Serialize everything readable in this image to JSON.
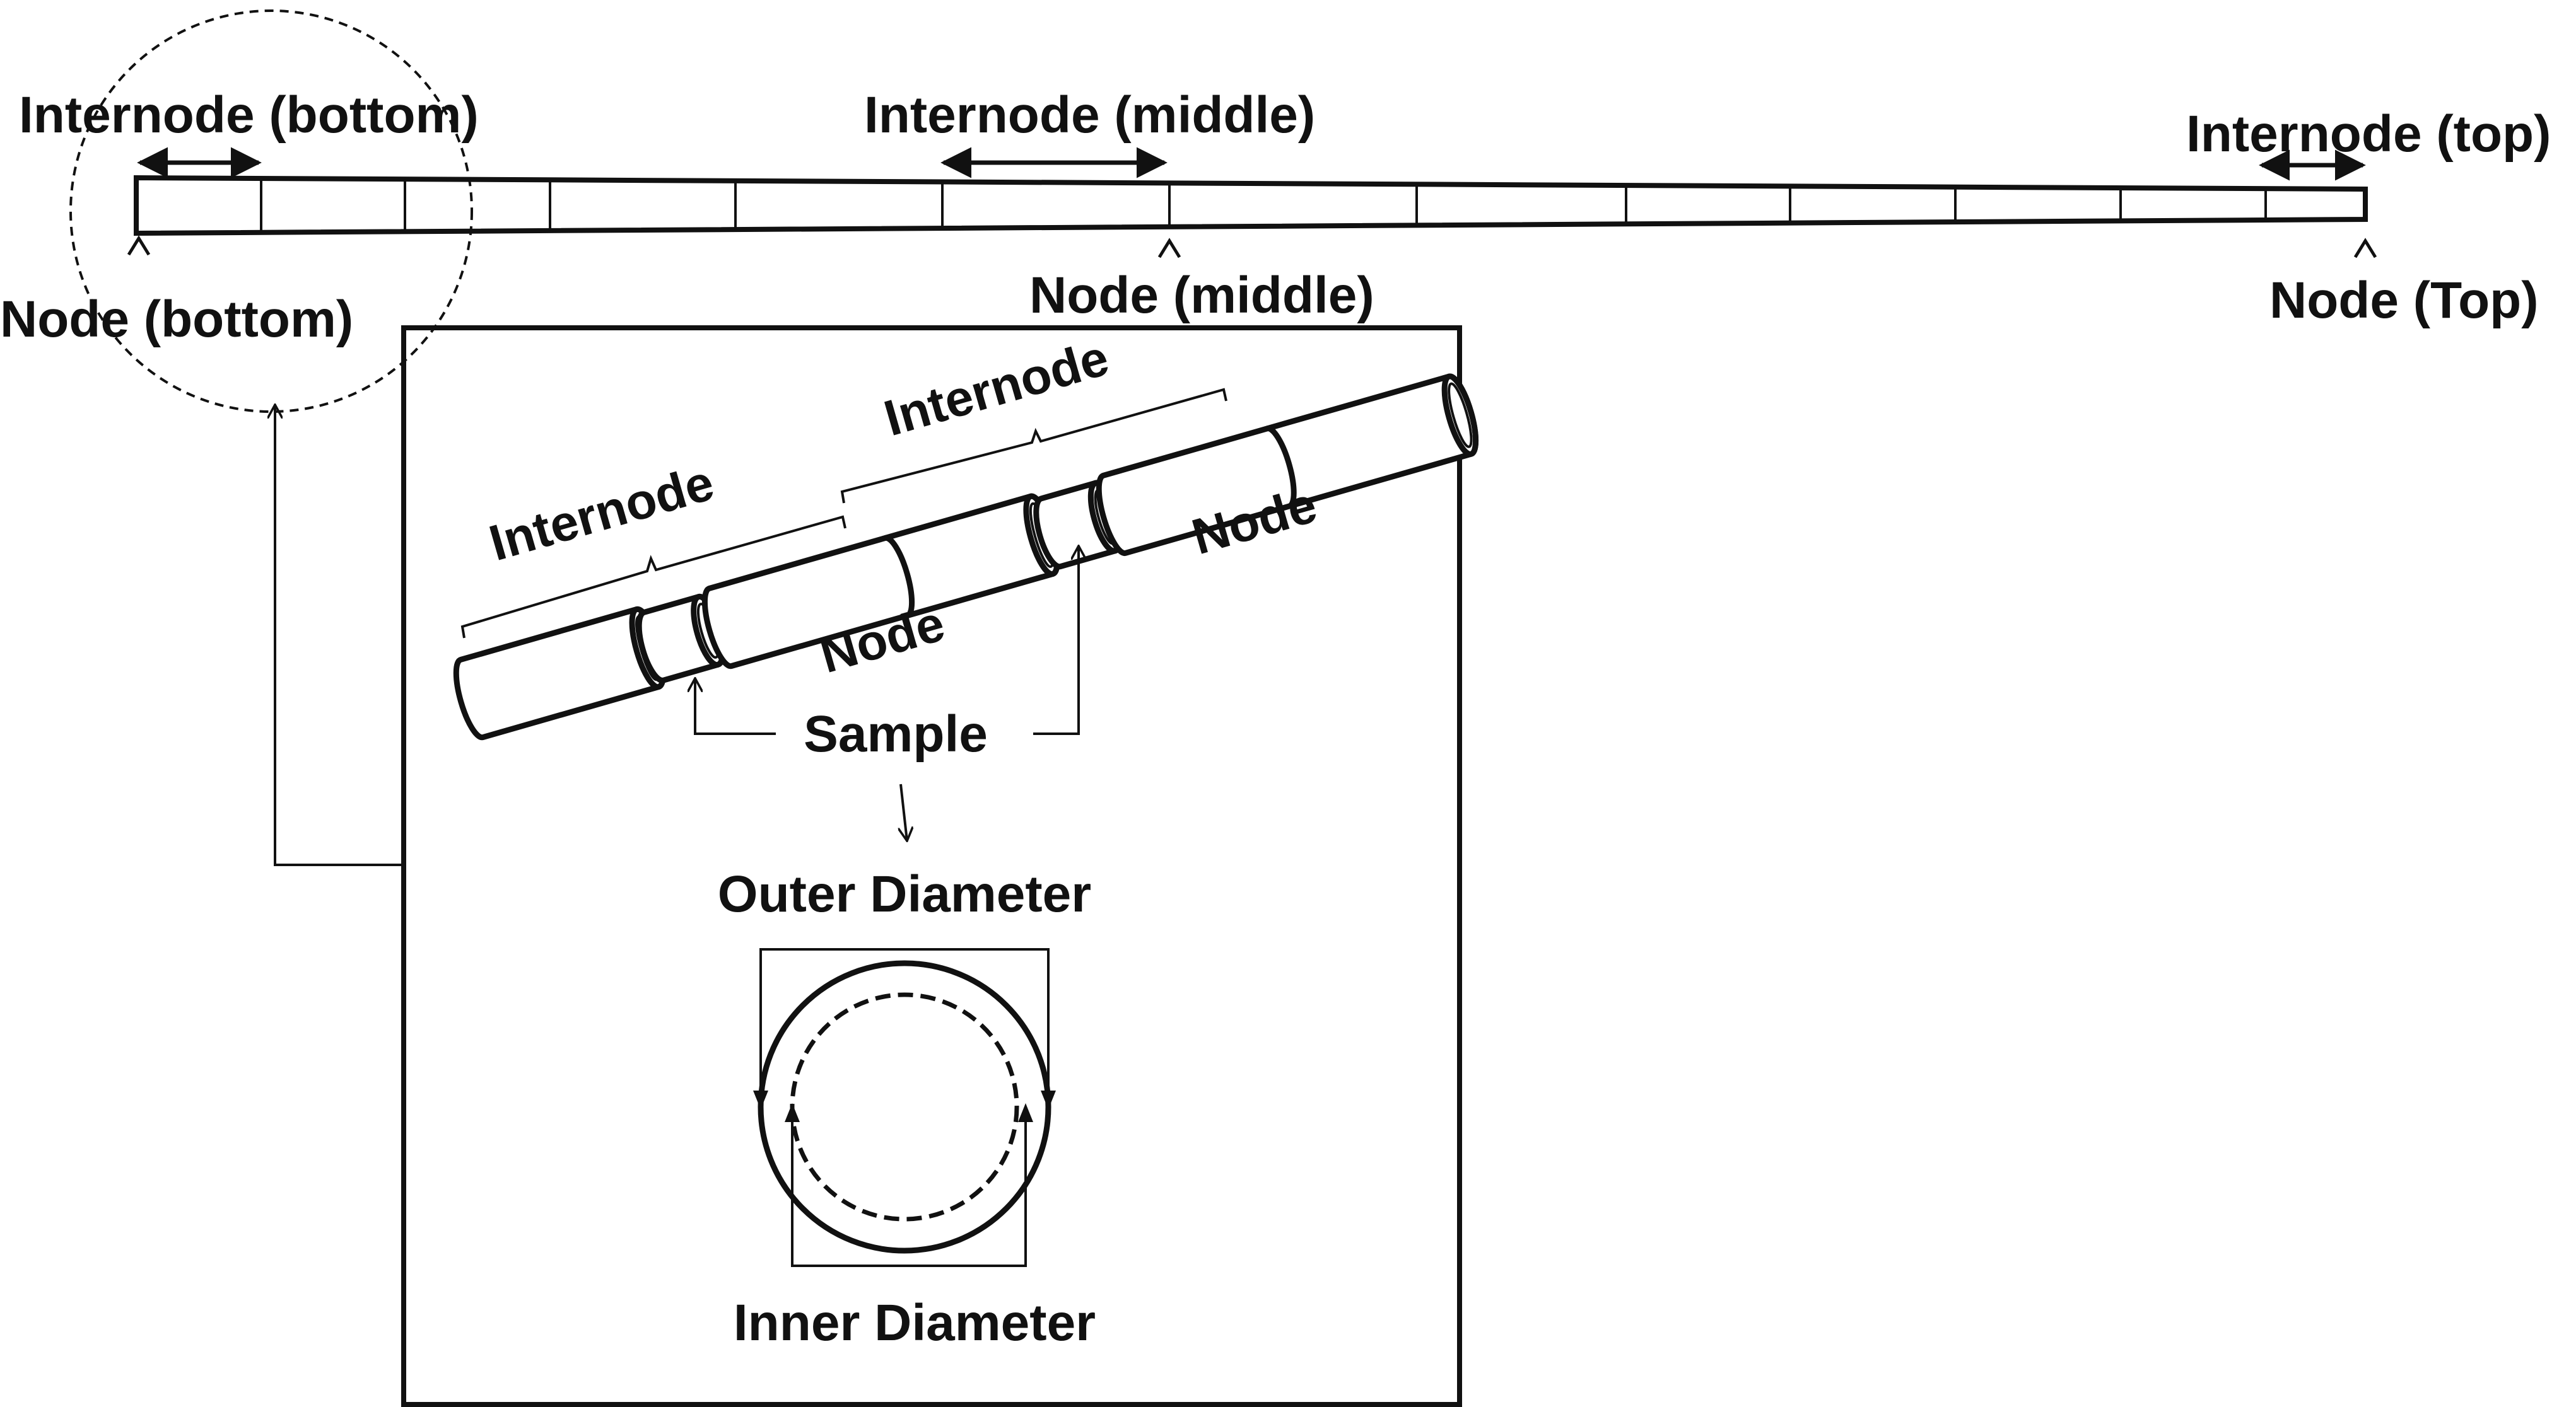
{
  "labels": {
    "internode_bottom": "Internode (bottom)",
    "internode_middle": "Internode (middle)",
    "internode_top": "Internode (top)",
    "node_bottom": "Node (bottom)",
    "node_middle": "Node (middle)",
    "node_top": "Node (Top)",
    "internode_left": "Internode",
    "internode_right": "Internode",
    "node_center": "Node",
    "node_right": "Node",
    "sample": "Sample",
    "outer_diameter": "Outer Diameter",
    "inner_diameter": "Inner Diameter"
  }
}
